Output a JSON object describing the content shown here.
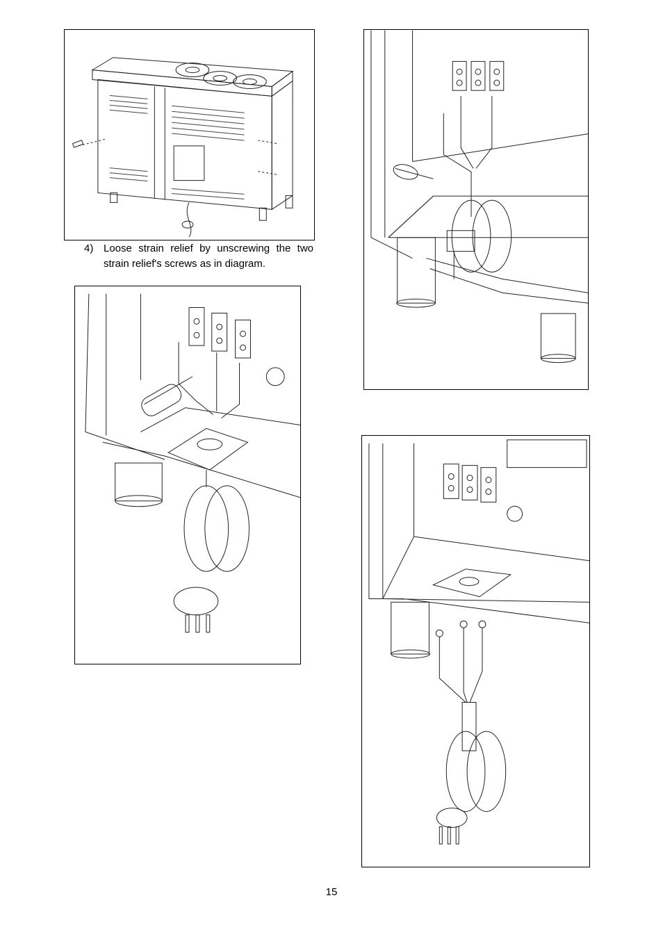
{
  "instruction": {
    "number": "4)",
    "text": "Loose strain relief by unscrewing the two strain relief's screws as in diagram."
  },
  "page_number": "15",
  "figures": [
    {
      "id": "range-rear-view",
      "icon": "range-rear-panel-illustration"
    },
    {
      "id": "terminal-block-screwdriver-right",
      "icon": "terminal-block-with-screwdriver-illustration"
    },
    {
      "id": "strain-relief-screwdriver",
      "icon": "strain-relief-screwdriver-illustration"
    },
    {
      "id": "cord-removed",
      "icon": "power-cord-removed-illustration"
    }
  ]
}
